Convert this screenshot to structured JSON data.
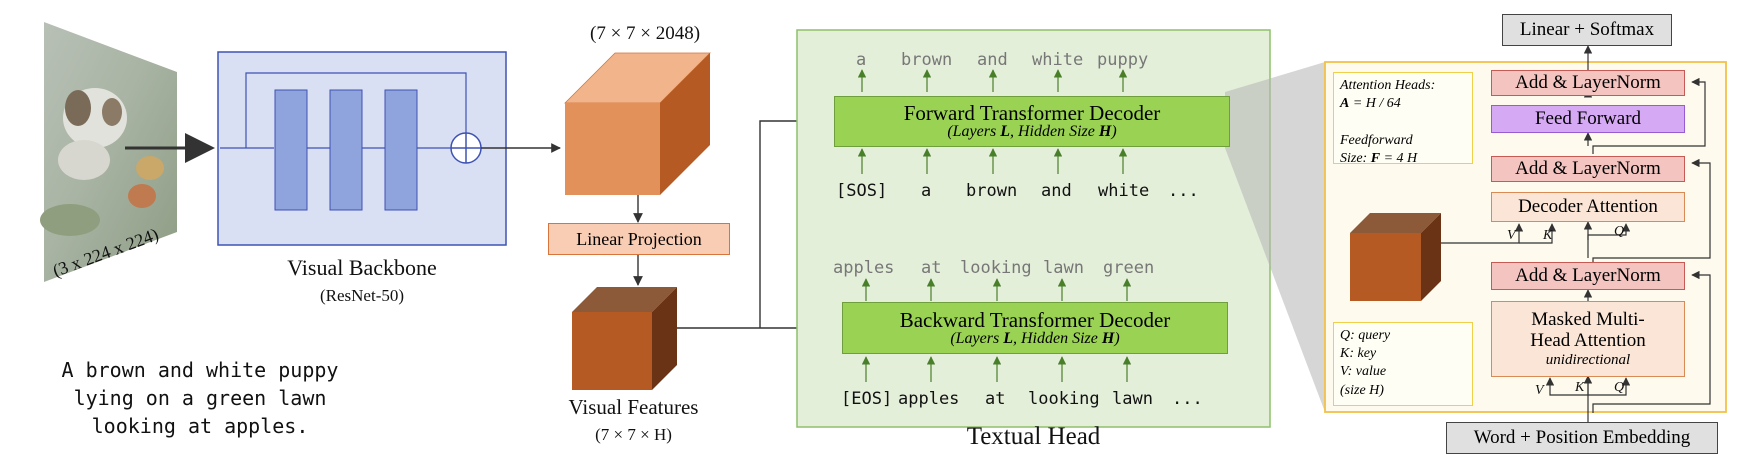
{
  "input": {
    "shape": "(3 x 224 x 224)",
    "caption": [
      "A brown and white puppy",
      "lying on a green lawn",
      "looking at apples."
    ]
  },
  "backbone": {
    "title": "Visual Backbone",
    "subtitle": "(ResNet-50)"
  },
  "feature_map": {
    "shape": "(7 × 7 × 2048)"
  },
  "projection": {
    "label": "Linear Projection"
  },
  "visual_features": {
    "title": "Visual Features",
    "shape": "(7 × 7 × H)"
  },
  "textual_head": {
    "title": "Textual Head",
    "forward": {
      "title": "Forward Transformer Decoder",
      "subtitle_html": "(Layers <b>L</b>, Hidden Size <b>H</b>)",
      "outputs": [
        "a",
        "brown",
        "and",
        "white",
        "puppy"
      ],
      "inputs": [
        "[SOS]",
        "a",
        "brown",
        "and",
        "white",
        "..."
      ]
    },
    "backward": {
      "title": "Backward Transformer Decoder",
      "subtitle_html": "(Layers <b>L</b>, Hidden Size <b>H</b>)",
      "outputs": [
        "apples",
        "at",
        "looking",
        "lawn",
        "green"
      ],
      "inputs": [
        "[EOS]",
        "apples",
        "at",
        "looking",
        "lawn",
        "..."
      ]
    }
  },
  "layer": {
    "top": "Linear + Softmax",
    "addnorm": "Add & LayerNorm",
    "feedforward": "Feed Forward",
    "decoder_attention": "Decoder Attention",
    "masked_attention_line1": "Masked Multi-",
    "masked_attention_line2": "Head Attention",
    "masked_attention_note": "unidirectional",
    "embedding": "Word + Position Embedding",
    "qkv": {
      "v": "V",
      "k": "K",
      "q": "Q"
    },
    "notes_top_html": "Attention Heads:<br><b>A</b> = H / 64<br><br>Feedforward<br>Size: <b>F</b> = 4 H",
    "notes_bottom_html": "Q: query<br>K: key<br>V: value<br>(size H)"
  },
  "colors": {
    "backbone_fill": "#d9e0f4",
    "backbone_block": "#8fa3dc",
    "feature_orange": "#e3915a",
    "feature_brown": "#b35a22",
    "textual_head_bg": "#e4efda",
    "decoder_green": "#9ad354",
    "layer_panel_border": "#f3c14a"
  }
}
